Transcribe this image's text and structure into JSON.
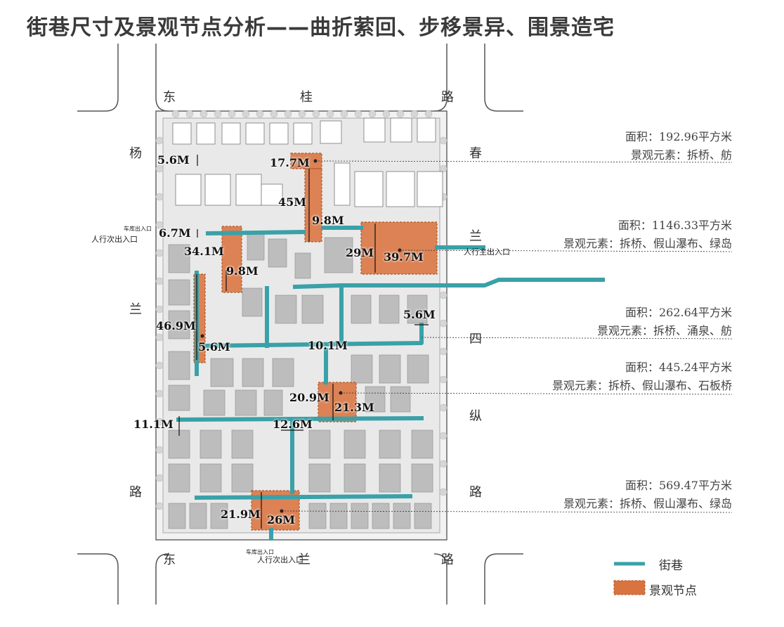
{
  "title": "街巷尺寸及景观节点分析——曲折萦回、步移景异、围景造宅",
  "roads": {
    "top": [
      "东",
      "桂",
      "路"
    ],
    "bottom": [
      "东",
      "兰",
      "路"
    ],
    "left": [
      "杨",
      "兰",
      "路"
    ],
    "right": [
      "春",
      "兰",
      "四",
      "纵",
      "路"
    ]
  },
  "dimensions": [
    "5.6M",
    "17.7M",
    "45M",
    "9.8M",
    "6.7M",
    "34.1M",
    "9.8M",
    "29M",
    "39.7M",
    "46.9M",
    "5.6M",
    "5.6M",
    "10.1M",
    "20.9M",
    "21.3M",
    "11.1M",
    "12.6M",
    "21.9M",
    "26M"
  ],
  "entries": {
    "west": "人行次出入口",
    "west_car": "车库出入口",
    "east": "人行主出入口",
    "south": "人行次出入口",
    "south_car": "车库出入口"
  },
  "annotations": [
    {
      "area": "面积：192.96平方米",
      "elements": "景观元素：拆桥、舫"
    },
    {
      "area": "面积：1146.33平方米",
      "elements": "景观元素：拆桥、假山瀑布、绿岛"
    },
    {
      "area": "面积：262.64平方米",
      "elements": "景观元素：拆桥、涌泉、舫"
    },
    {
      "area": "面积：445.24平方米",
      "elements": "景观元素：拆桥、假山瀑布、石板桥"
    },
    {
      "area": "面积：569.47平方米",
      "elements": "景观元素：拆桥、假山瀑布、绿岛"
    }
  ],
  "legend": {
    "street": "街巷",
    "node": "景观节点"
  },
  "colors": {
    "street": "#3aa1a8",
    "node": "#d9733f",
    "node_border": "#b05a2c"
  }
}
